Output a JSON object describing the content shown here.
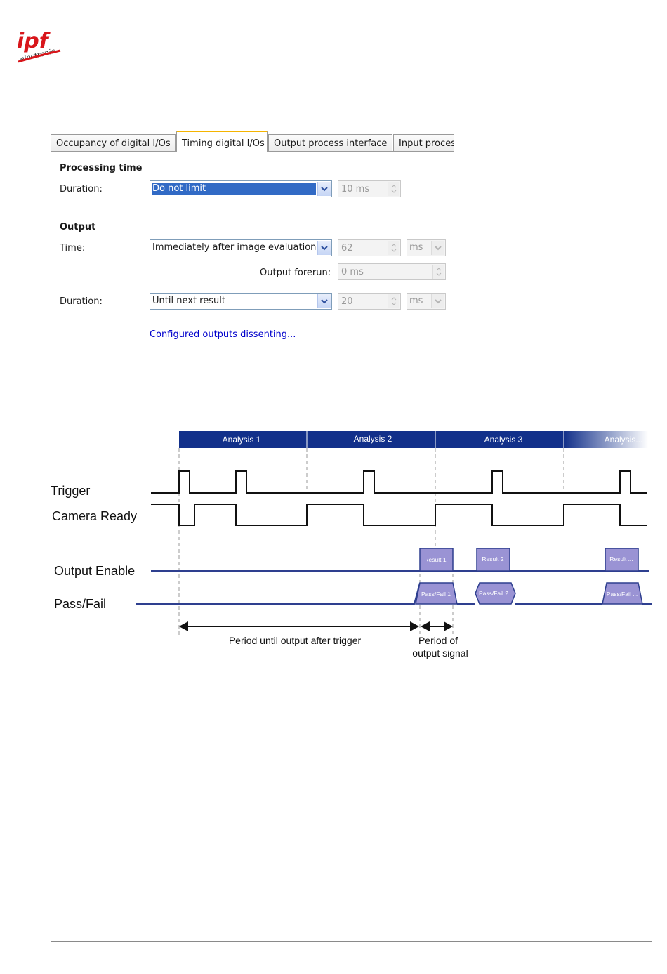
{
  "logo": {
    "top_text": "ipf",
    "sub_text": "electronic"
  },
  "dialog": {
    "tabs": [
      {
        "label": "Occupancy of digital I/Os",
        "active": false
      },
      {
        "label": "Timing digital I/Os",
        "active": true
      },
      {
        "label": "Output process interface",
        "active": false
      },
      {
        "label": "Input proces",
        "active": false
      }
    ],
    "processing": {
      "heading": "Processing time",
      "duration_label": "Duration:",
      "duration_value": "Do not limit",
      "duration_limit": "10 ms"
    },
    "output": {
      "heading": "Output",
      "time_label": "Time:",
      "time_value": "Immediately after image evaluation",
      "time_number": "62",
      "time_unit": "ms",
      "forerun_label": "Output forerun:",
      "forerun_value": "0 ms",
      "duration_label": "Duration:",
      "duration_value": "Until next result",
      "duration_number": "20",
      "duration_unit": "ms"
    },
    "link": "Configured outputs dissenting..."
  },
  "timing": {
    "analyses": [
      "Analysis 1",
      "Analysis 2",
      "Analysis 3",
      "Analysis..."
    ],
    "signals": [
      "Trigger",
      "Camera Ready",
      "Output Enable",
      "Pass/Fail"
    ],
    "results": [
      "Result 1",
      "Result 2",
      "Result ..."
    ],
    "pass_fail": [
      "Pass/Fail 1",
      "Pass/Fail 2",
      "Pass/Fail ..."
    ],
    "period_trigger": "Period until output after trigger",
    "period_output_line1": "Period of",
    "period_output_line2": "output signal",
    "colors": {
      "header": "#12308a",
      "signal": "#2e3f8f",
      "box_fill": "#9a93d4",
      "box_stroke": "#2e3f8f"
    }
  }
}
